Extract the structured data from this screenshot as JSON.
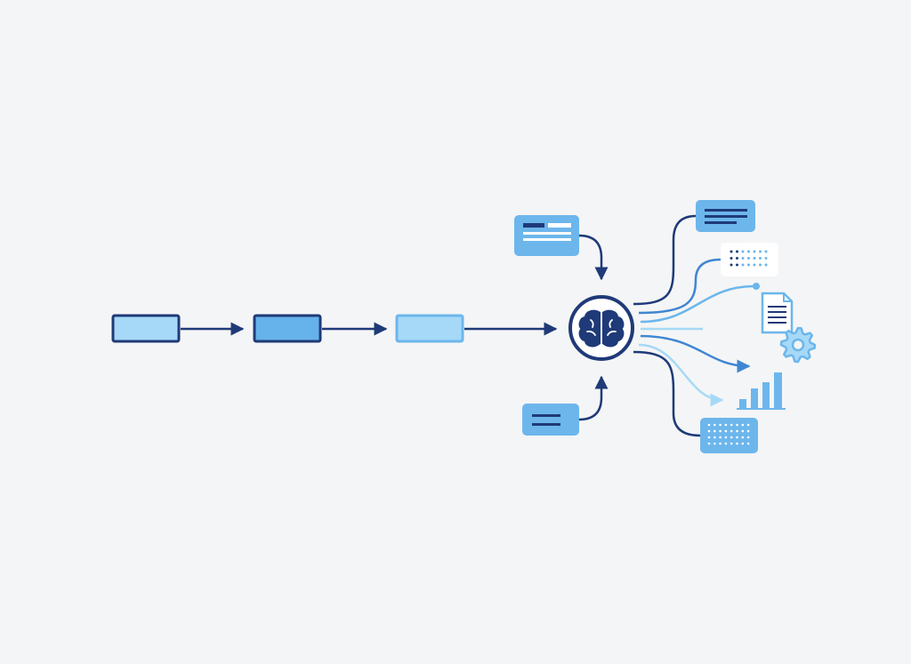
{
  "diagram": {
    "colors": {
      "background": "#f4f5f6",
      "navy": "#1f3a78",
      "blue": "#5aa9e6",
      "mid_blue": "#6cb6ec",
      "light_blue": "#a6d9f7",
      "pale_blue": "#bfe3fb",
      "white": "#ffffff"
    },
    "pipeline_stages": [
      {
        "id": "stage-1",
        "style": "light fill, navy border"
      },
      {
        "id": "stage-2",
        "style": "mid fill, navy border"
      },
      {
        "id": "stage-3",
        "style": "light fill, light border"
      }
    ],
    "hub": {
      "icon": "brain-icon"
    },
    "inputs": [
      {
        "id": "input-card-top",
        "icon": "text-lines-icon"
      },
      {
        "id": "input-card-bottom",
        "icon": "text-lines-icon"
      }
    ],
    "outputs": [
      {
        "id": "output-text-card",
        "icon": "text-lines-icon"
      },
      {
        "id": "output-dot-grid-card",
        "icon": "dot-grid-icon"
      },
      {
        "id": "output-document",
        "icon": "document-icon"
      },
      {
        "id": "output-settings",
        "icon": "gear-icon"
      },
      {
        "id": "output-bar-chart",
        "icon": "bar-chart-icon"
      },
      {
        "id": "output-matrix-card",
        "icon": "dot-matrix-icon"
      }
    ]
  }
}
